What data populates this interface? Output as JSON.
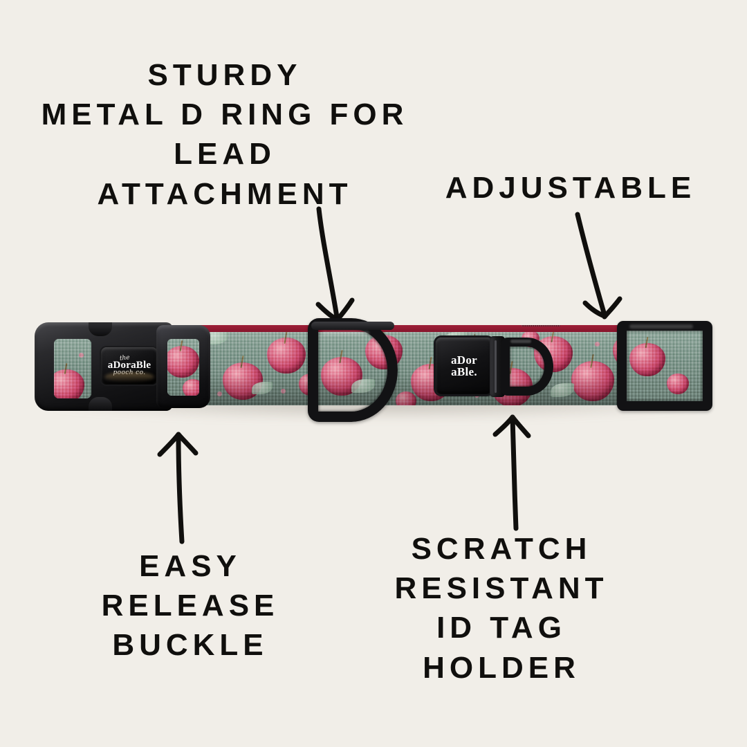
{
  "background_color": "#f1eee8",
  "text_color": "#100f0d",
  "product": {
    "name": "dog collar",
    "webbing_pattern": "apples on sage green woven webbing",
    "colors": {
      "webbing_green": "#7d958c",
      "apple_pink": "#c94a6d",
      "crimson_trim": "#8c1930",
      "hardware_black": "#121214"
    },
    "buckle_logo": {
      "line_the": "the",
      "line_main": "aDoraBle",
      "line_sub": "pooch co."
    },
    "id_tag_label": {
      "line_1": "aDor",
      "line_2": "aBle."
    }
  },
  "callouts": [
    {
      "id": "sturdy-metal-d-ring",
      "text": "STURDY\nMETAL D RING FOR\nLEAD\nATTACHMENT",
      "arrow": "down-right",
      "points_to": "d-ring"
    },
    {
      "id": "adjustable",
      "text": "ADJUSTABLE",
      "arrow": "down-right",
      "points_to": "slider"
    },
    {
      "id": "easy-release-buckle",
      "text": "EASY\nRELEASE\nBUCKLE",
      "arrow": "up",
      "points_to": "buckle"
    },
    {
      "id": "scratch-resistant-id-tag-holder",
      "text": "SCRATCH\nRESISTANT\nID TAG\nHOLDER",
      "arrow": "up",
      "points_to": "id-tag-holder"
    }
  ]
}
